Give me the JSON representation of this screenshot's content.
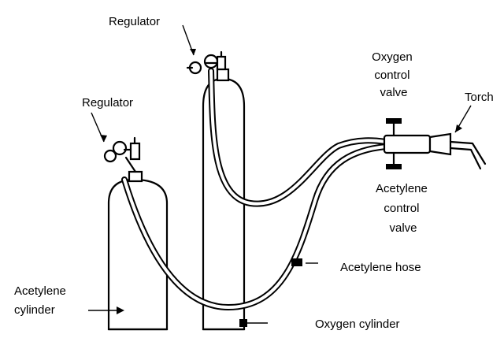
{
  "labels": {
    "regulator_top": "Regulator",
    "regulator_left": "Regulator",
    "oxygen_control_valve": [
      "Oxygen",
      "control",
      "valve"
    ],
    "torch": "Torch",
    "acetylene_control_valve": [
      "Acetylene",
      "control",
      "valve"
    ],
    "acetylene_hose": "Acetylene hose",
    "acetylene_cylinder": [
      "Acetylene",
      "cylinder"
    ],
    "oxygen_cylinder": "Oxygen cylinder"
  }
}
